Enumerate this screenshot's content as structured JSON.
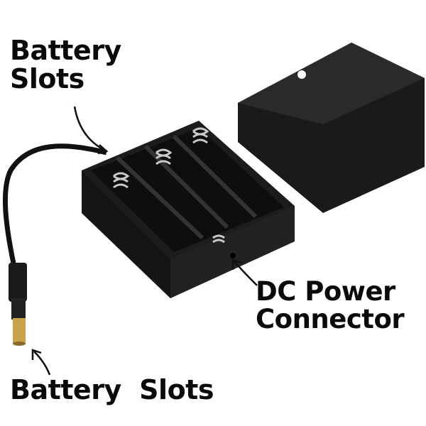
{
  "labels": {
    "top_left": [
      "Battery",
      "Slots"
    ],
    "connector": [
      "DC Power",
      "Connector"
    ],
    "bottom": "Battery  Slots"
  },
  "colors": {
    "case": "#1c1c1e",
    "case_edge": "#3a3a3c",
    "spring": "#c9c9c9",
    "plug_tip": "#c9a24a"
  }
}
